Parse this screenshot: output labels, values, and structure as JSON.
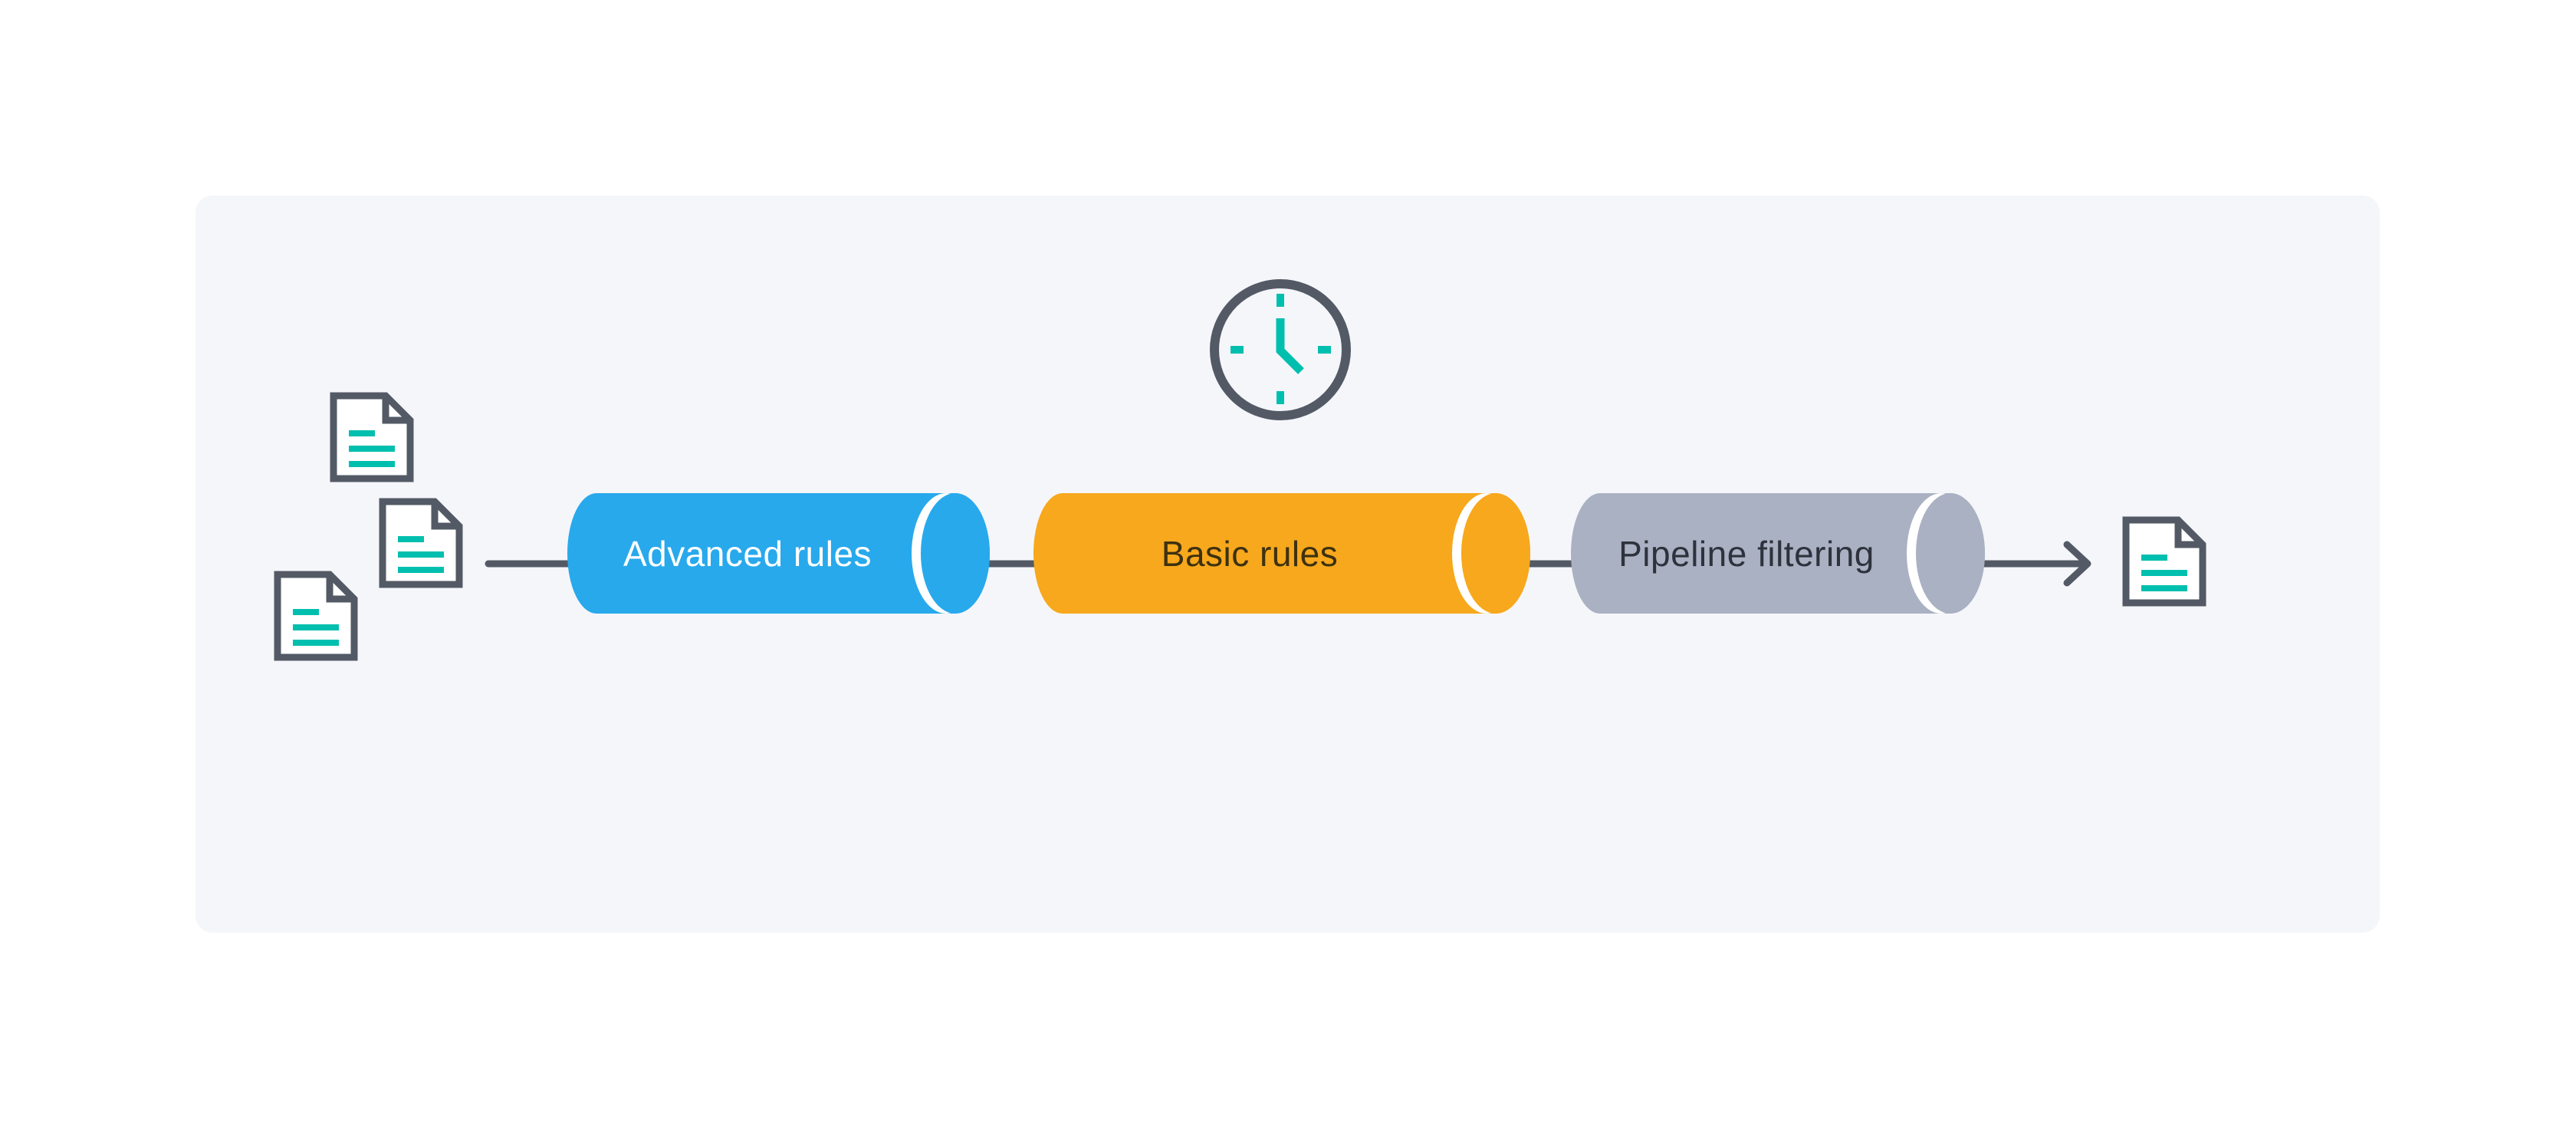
{
  "canvas": {
    "background": "#FFFFFF"
  },
  "panel": {
    "background": "#F5F6FA"
  },
  "colors": {
    "outline": "#535A66",
    "connector": "#535A66",
    "accent_teal": "#00BFAE",
    "doc_fill": "#FFFFFF",
    "cap_gap": "#FFFFFF"
  },
  "pipeline": {
    "stages": [
      {
        "label": "Advanced rules",
        "color": "#28A9EC",
        "text_color": "#FFFFFF"
      },
      {
        "label": "Basic rules",
        "color": "#F7A81C",
        "text_color": "#3D3110"
      },
      {
        "label": "Pipeline filtering",
        "color": "#A9B1C2",
        "text_color": "#2E323C"
      }
    ]
  },
  "icons": {
    "input_documents": "document-icon",
    "input_document_count": 3,
    "schedule": "clock-icon",
    "flow": "arrow-right-icon",
    "output_document": "document-icon",
    "output_document_count": 1
  }
}
